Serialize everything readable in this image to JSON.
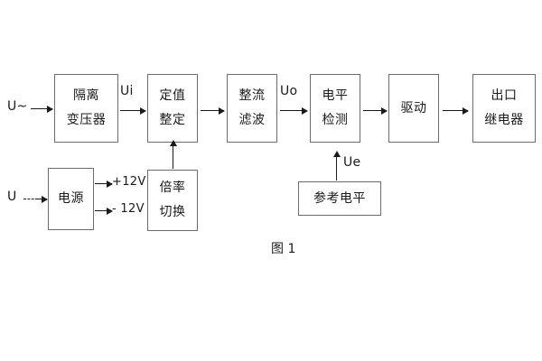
{
  "diagram": {
    "caption": "图 1",
    "boxes": [
      {
        "id": "isolation-transformer",
        "lines": [
          "隔离",
          "变压器"
        ]
      },
      {
        "id": "setpoint-setting",
        "lines": [
          "定值",
          "整定"
        ]
      },
      {
        "id": "rectify-filter",
        "lines": [
          "整流",
          "滤波"
        ]
      },
      {
        "id": "level-detection",
        "lines": [
          "电平",
          "检测"
        ]
      },
      {
        "id": "drive",
        "lines": [
          "驱动"
        ]
      },
      {
        "id": "output-relay",
        "lines": [
          "出口",
          "继电器"
        ]
      },
      {
        "id": "power-supply",
        "lines": [
          "电源"
        ]
      },
      {
        "id": "multiplier-switch",
        "lines": [
          "倍率",
          "切换"
        ]
      },
      {
        "id": "reference-level",
        "lines": [
          "参考电平"
        ]
      }
    ],
    "signal_labels": {
      "ac_input": "U~",
      "dc_input": "U",
      "ui": "Ui",
      "uo": "Uo",
      "ue": "Ue",
      "rail_positive": "+12V",
      "rail_negative": "- 12V"
    }
  }
}
